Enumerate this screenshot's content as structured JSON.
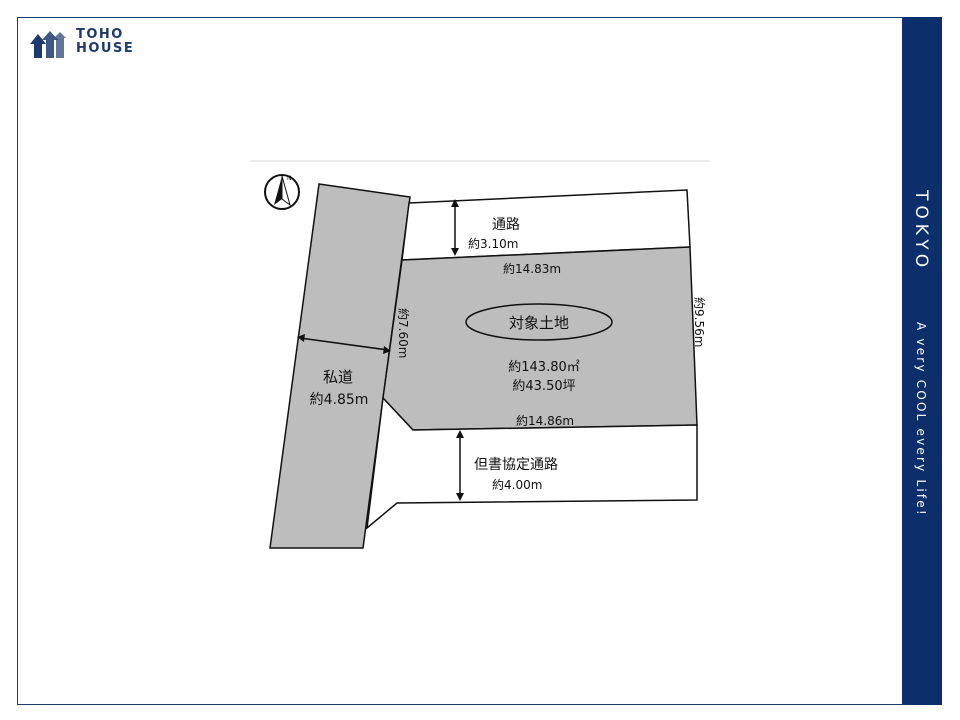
{
  "brand": {
    "line1": "TOHO",
    "line2": "HOUSE",
    "logo_icon": "toho-house-logo-icon"
  },
  "side_band": {
    "title": "TOKYO",
    "tagline": "A very COOL every Life!",
    "color": "#0c2f6c"
  },
  "plan": {
    "compass": "north-arrow-icon",
    "fill_color": "#bdbdbd",
    "road_top": {
      "name": "通路",
      "width": "約3.10m"
    },
    "lot": {
      "name": "対象土地",
      "area_m2": "約143.80㎡",
      "area_tsubo": "約43.50坪",
      "top_edge": "約14.83m",
      "bottom_edge": "約14.86m",
      "left_edge": "約7.60m",
      "right_edge": "約9.56m"
    },
    "private_road": {
      "name": "私道",
      "width": "約4.85m"
    },
    "road_bottom": {
      "name": "但書協定通路",
      "width": "約4.00m"
    }
  }
}
